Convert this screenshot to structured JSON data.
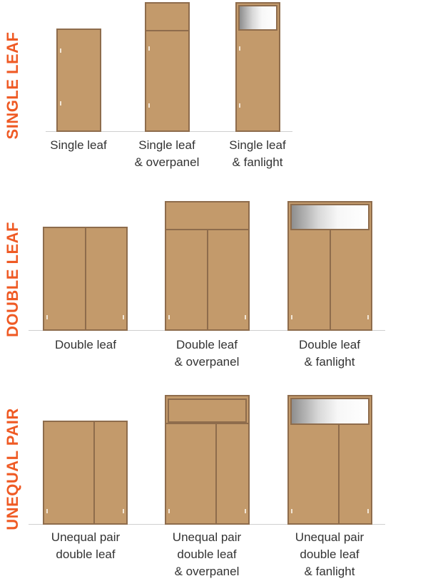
{
  "colors": {
    "accent": "#ef5a24",
    "door_fill": "#c39a6b",
    "door_stroke": "#8e6c4c",
    "text": "#333333"
  },
  "sections": [
    {
      "title": "SINGLE LEAF",
      "items": [
        {
          "caption_lines": [
            "Single leaf"
          ],
          "type": "single",
          "top": "none"
        },
        {
          "caption_lines": [
            "Single leaf",
            "& overpanel"
          ],
          "type": "single",
          "top": "overpanel"
        },
        {
          "caption_lines": [
            "Single leaf",
            "& fanlight"
          ],
          "type": "single",
          "top": "fanlight"
        }
      ]
    },
    {
      "title": "DOUBLE LEAF",
      "items": [
        {
          "caption_lines": [
            "Double leaf"
          ],
          "type": "double",
          "top": "none"
        },
        {
          "caption_lines": [
            "Double leaf",
            "& overpanel"
          ],
          "type": "double",
          "top": "overpanel"
        },
        {
          "caption_lines": [
            "Double leaf",
            "& fanlight"
          ],
          "type": "double",
          "top": "fanlight"
        }
      ]
    },
    {
      "title": "UNEQUAL PAIR",
      "items": [
        {
          "caption_lines": [
            "Unequal pair",
            "double leaf"
          ],
          "type": "unequal",
          "top": "none"
        },
        {
          "caption_lines": [
            "Unequal pair",
            "double leaf",
            "& overpanel"
          ],
          "type": "unequal",
          "top": "overpanel"
        },
        {
          "caption_lines": [
            "Unequal pair",
            "double leaf",
            "& fanlight"
          ],
          "type": "unequal",
          "top": "fanlight"
        }
      ]
    }
  ]
}
